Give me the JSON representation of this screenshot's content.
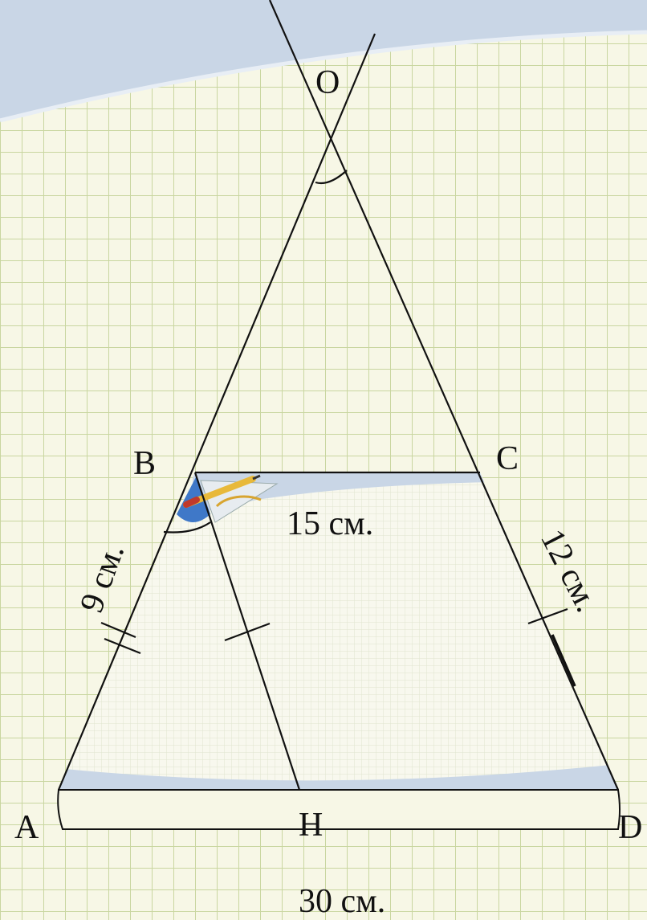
{
  "colors": {
    "paper": "#f7f7e6",
    "grid_major": "#c9d6a0",
    "grid_minor": "#dfe5cf",
    "blue_band": "#c9d6e6",
    "ink": "#111111"
  },
  "points": {
    "O": "O",
    "B": "B",
    "C": "C",
    "A": "A",
    "H": "H",
    "D": "D"
  },
  "lengths": {
    "bc": "15 см.",
    "ab": "9 см.",
    "cd": "12 см.",
    "ad": "30 см."
  },
  "icons": {
    "drawing_tools": "pencil-and-protractor-icon"
  }
}
